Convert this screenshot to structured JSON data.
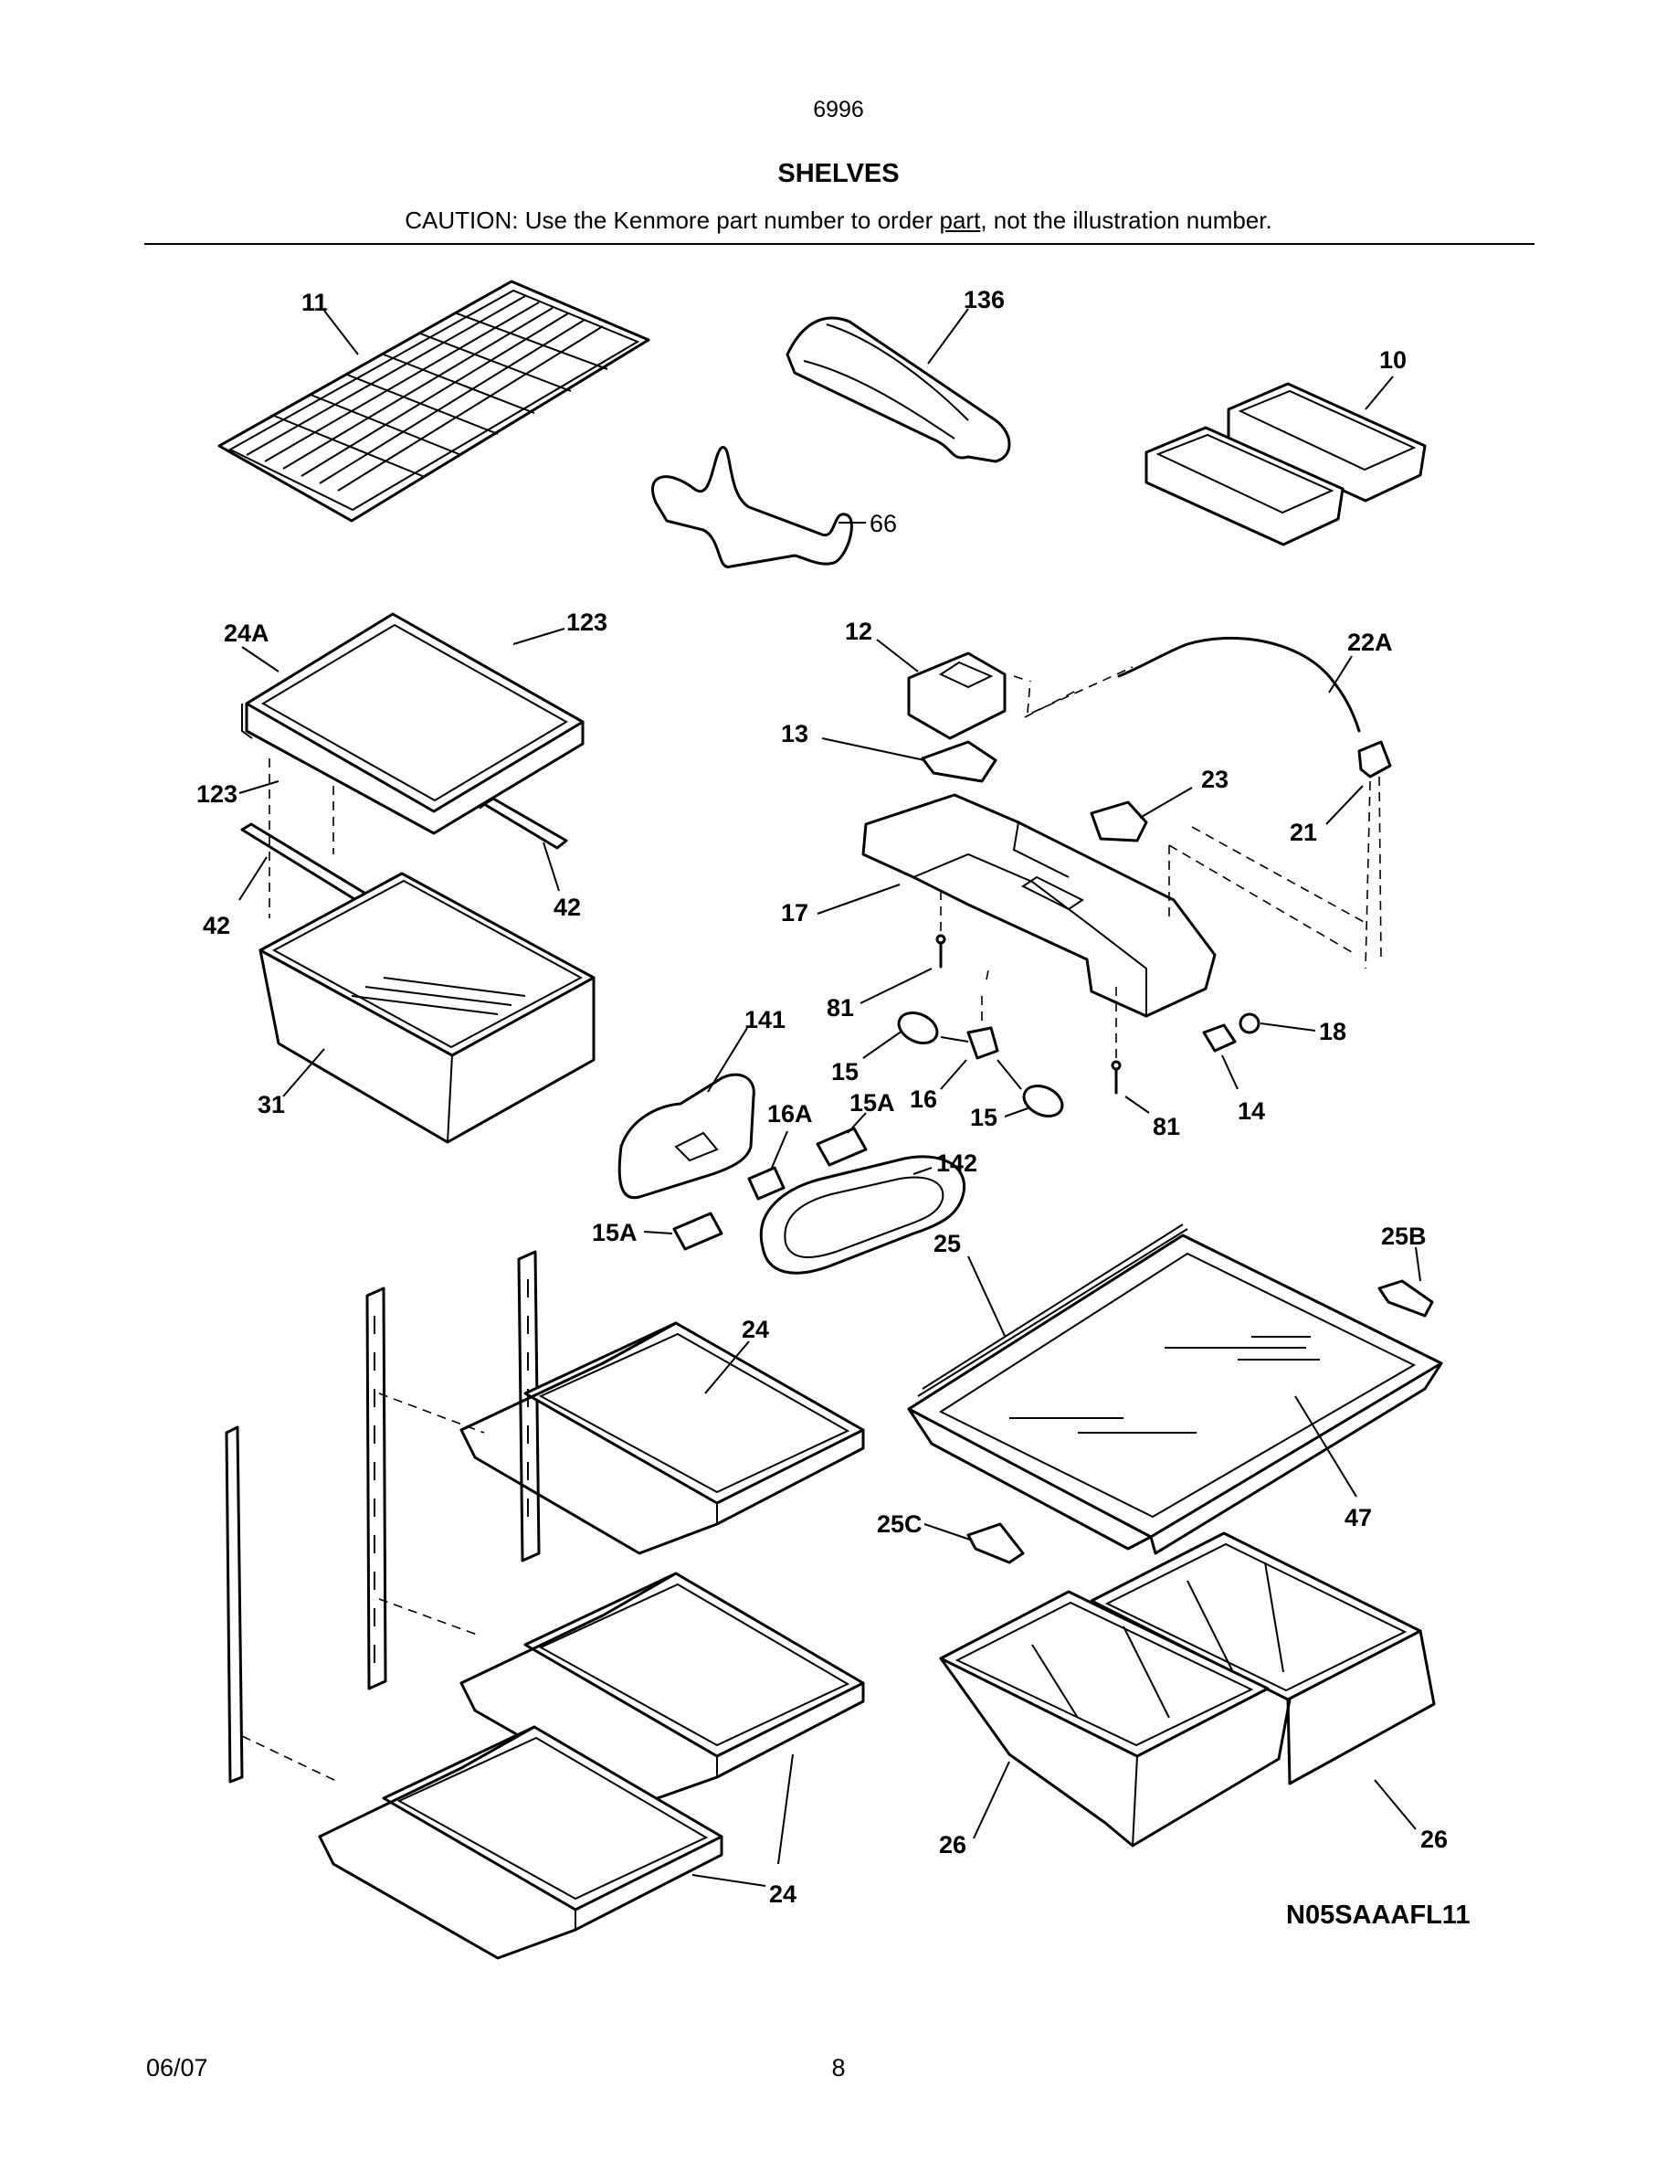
{
  "header": {
    "model": "6996",
    "title": "SHELVES",
    "caution_prefix": "CAUTION: Use the Kenmore part number to order ",
    "caution_underlined": "part",
    "caution_suffix": ", not the illustration number."
  },
  "callouts": {
    "c11": "11",
    "c136": "136",
    "c10": "10",
    "c66": "66",
    "c24A": "24A",
    "c123a": "123",
    "c123b": "123",
    "c12": "12",
    "c22A": "22A",
    "c13": "13",
    "c23": "23",
    "c21": "21",
    "c42a": "42",
    "c42b": "42",
    "c17": "17",
    "c81a": "81",
    "c141": "141",
    "c18": "18",
    "c15a": "15",
    "c16": "16",
    "c14": "14",
    "c31": "31",
    "c16A": "16A",
    "c15Aa": "15A",
    "c15b": "15",
    "c81b": "81",
    "c142": "142",
    "c15Ab": "15A",
    "c25": "25",
    "c25B": "25B",
    "c24a": "24",
    "c47": "47",
    "c25C": "25C",
    "c26a": "26",
    "c26b": "26",
    "c24b": "24"
  },
  "diagram_code": "N05SAAAFL11",
  "footer": {
    "date": "06/07",
    "page": "8"
  }
}
